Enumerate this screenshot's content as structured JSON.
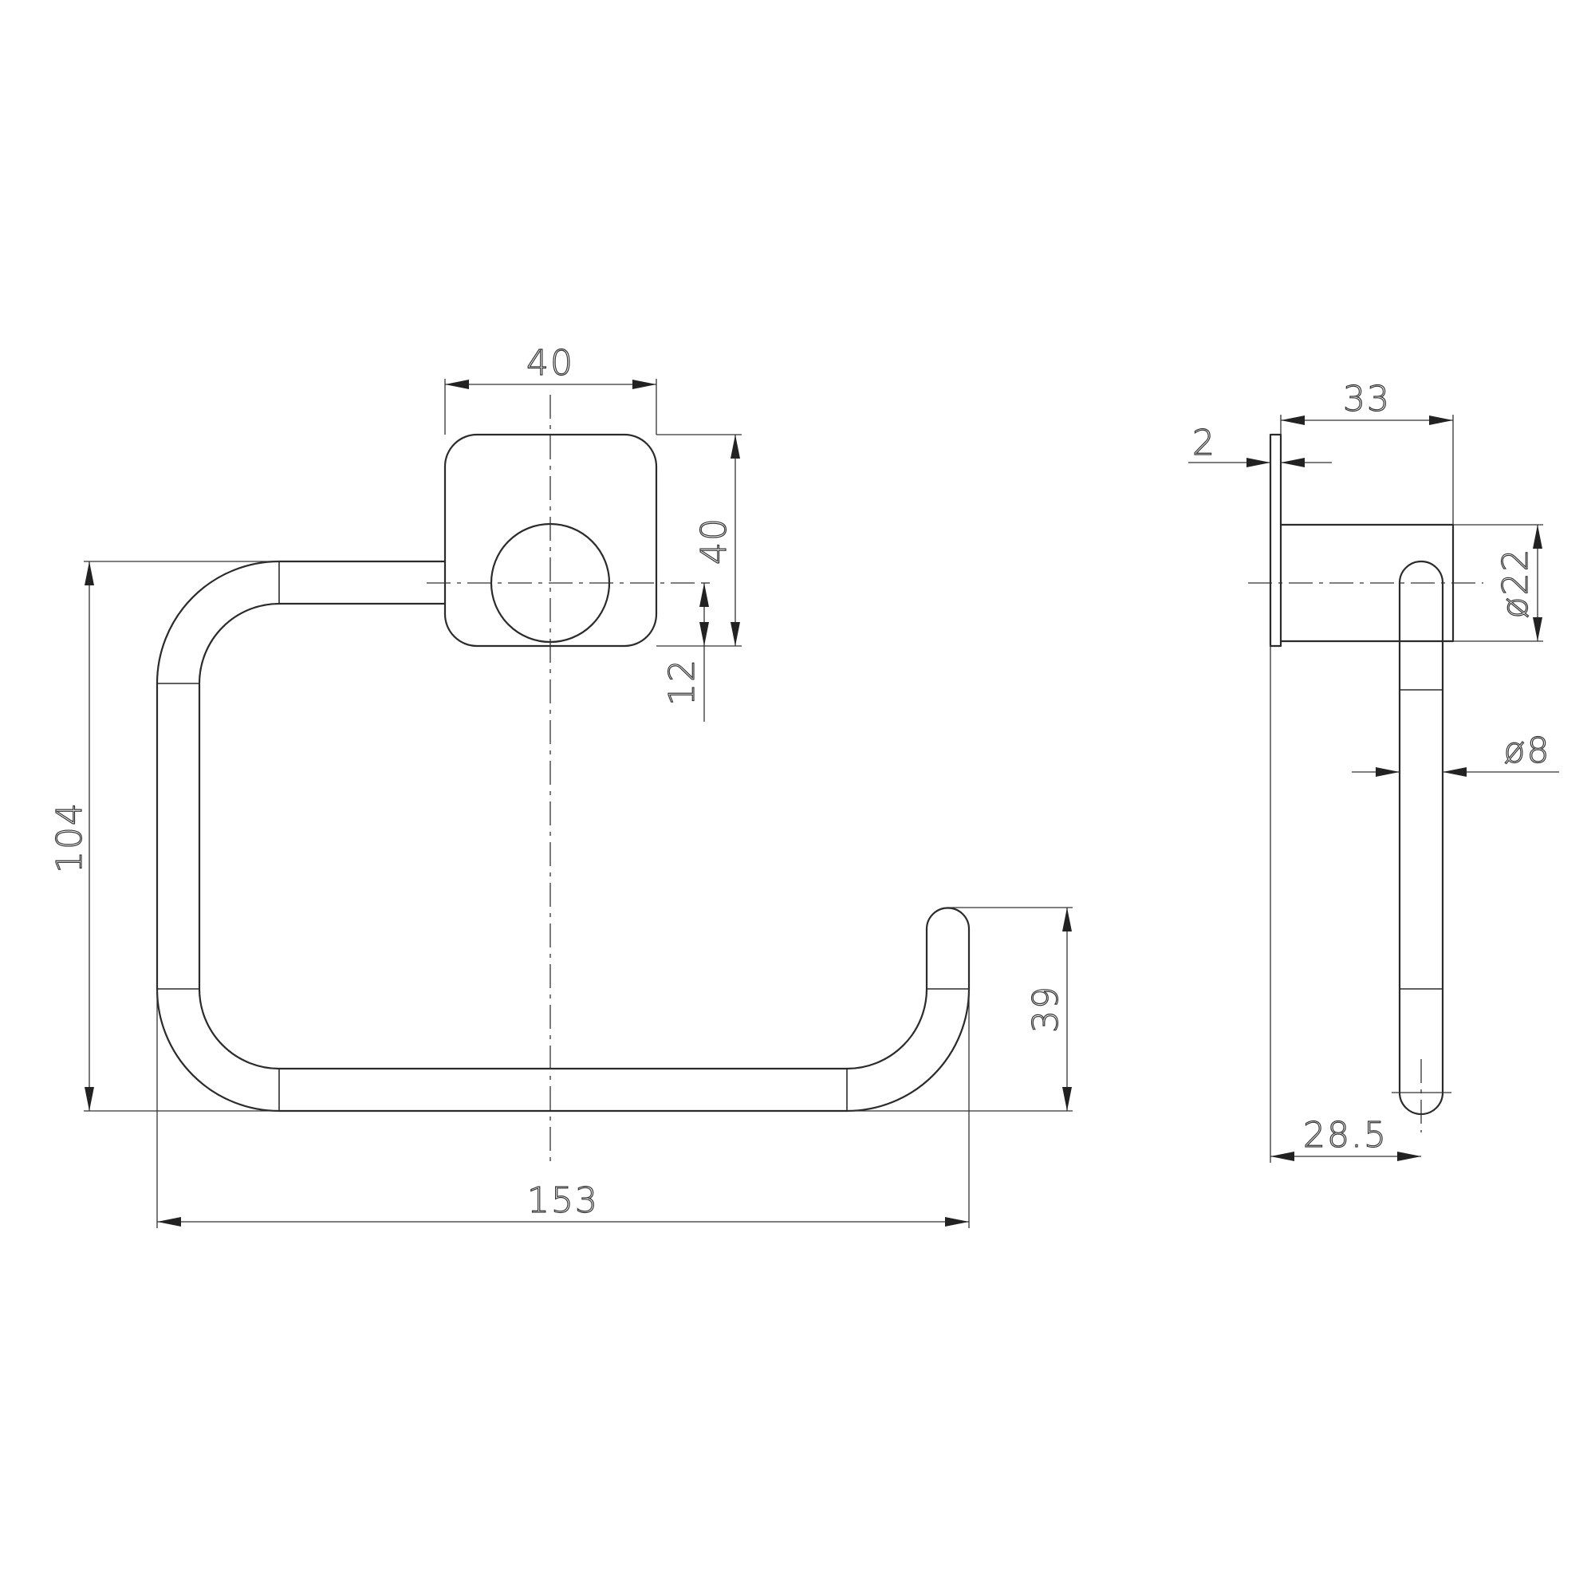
{
  "front_view": {
    "dimensions": {
      "backplate_width": "40",
      "backplate_height": "40",
      "arm_offset": "12",
      "overall_height": "104",
      "hook_height": "39",
      "overall_width": "153"
    }
  },
  "side_view": {
    "dimensions": {
      "projection_depth": "33",
      "plate_thickness": "2",
      "boss_diameter": "ø22",
      "rod_diameter": "ø8",
      "rod_offset": "28.5"
    }
  }
}
